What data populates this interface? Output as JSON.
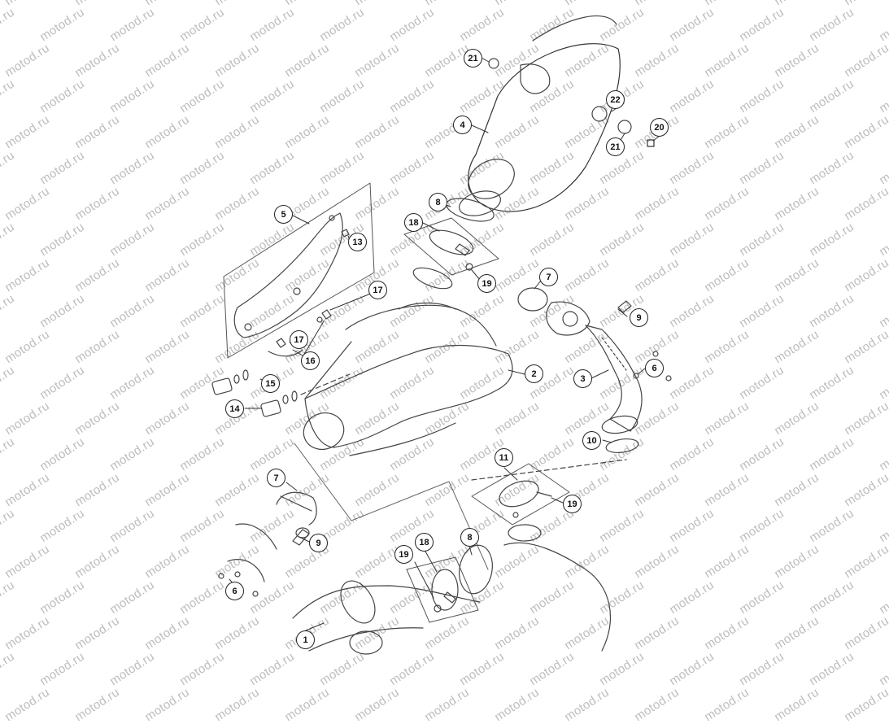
{
  "watermark": {
    "text": "motod.ru"
  },
  "callouts": {
    "p1": "1",
    "p2": "2",
    "p3": "3",
    "p4": "4",
    "p5": "5",
    "p6a": "6",
    "p6b": "6",
    "p7a": "7",
    "p7b": "7",
    "p8a": "8",
    "p8b": "8",
    "p9a": "9",
    "p9b": "9",
    "p10": "10",
    "p11": "11",
    "p13": "13",
    "p14": "14",
    "p15": "15",
    "p16": "16",
    "p17a": "17",
    "p17b": "17",
    "p18a": "18",
    "p18b": "18",
    "p19a": "19",
    "p19b": "19",
    "p19c": "19",
    "p20": "20",
    "p21a": "21",
    "p21b": "21",
    "p22": "22"
  }
}
